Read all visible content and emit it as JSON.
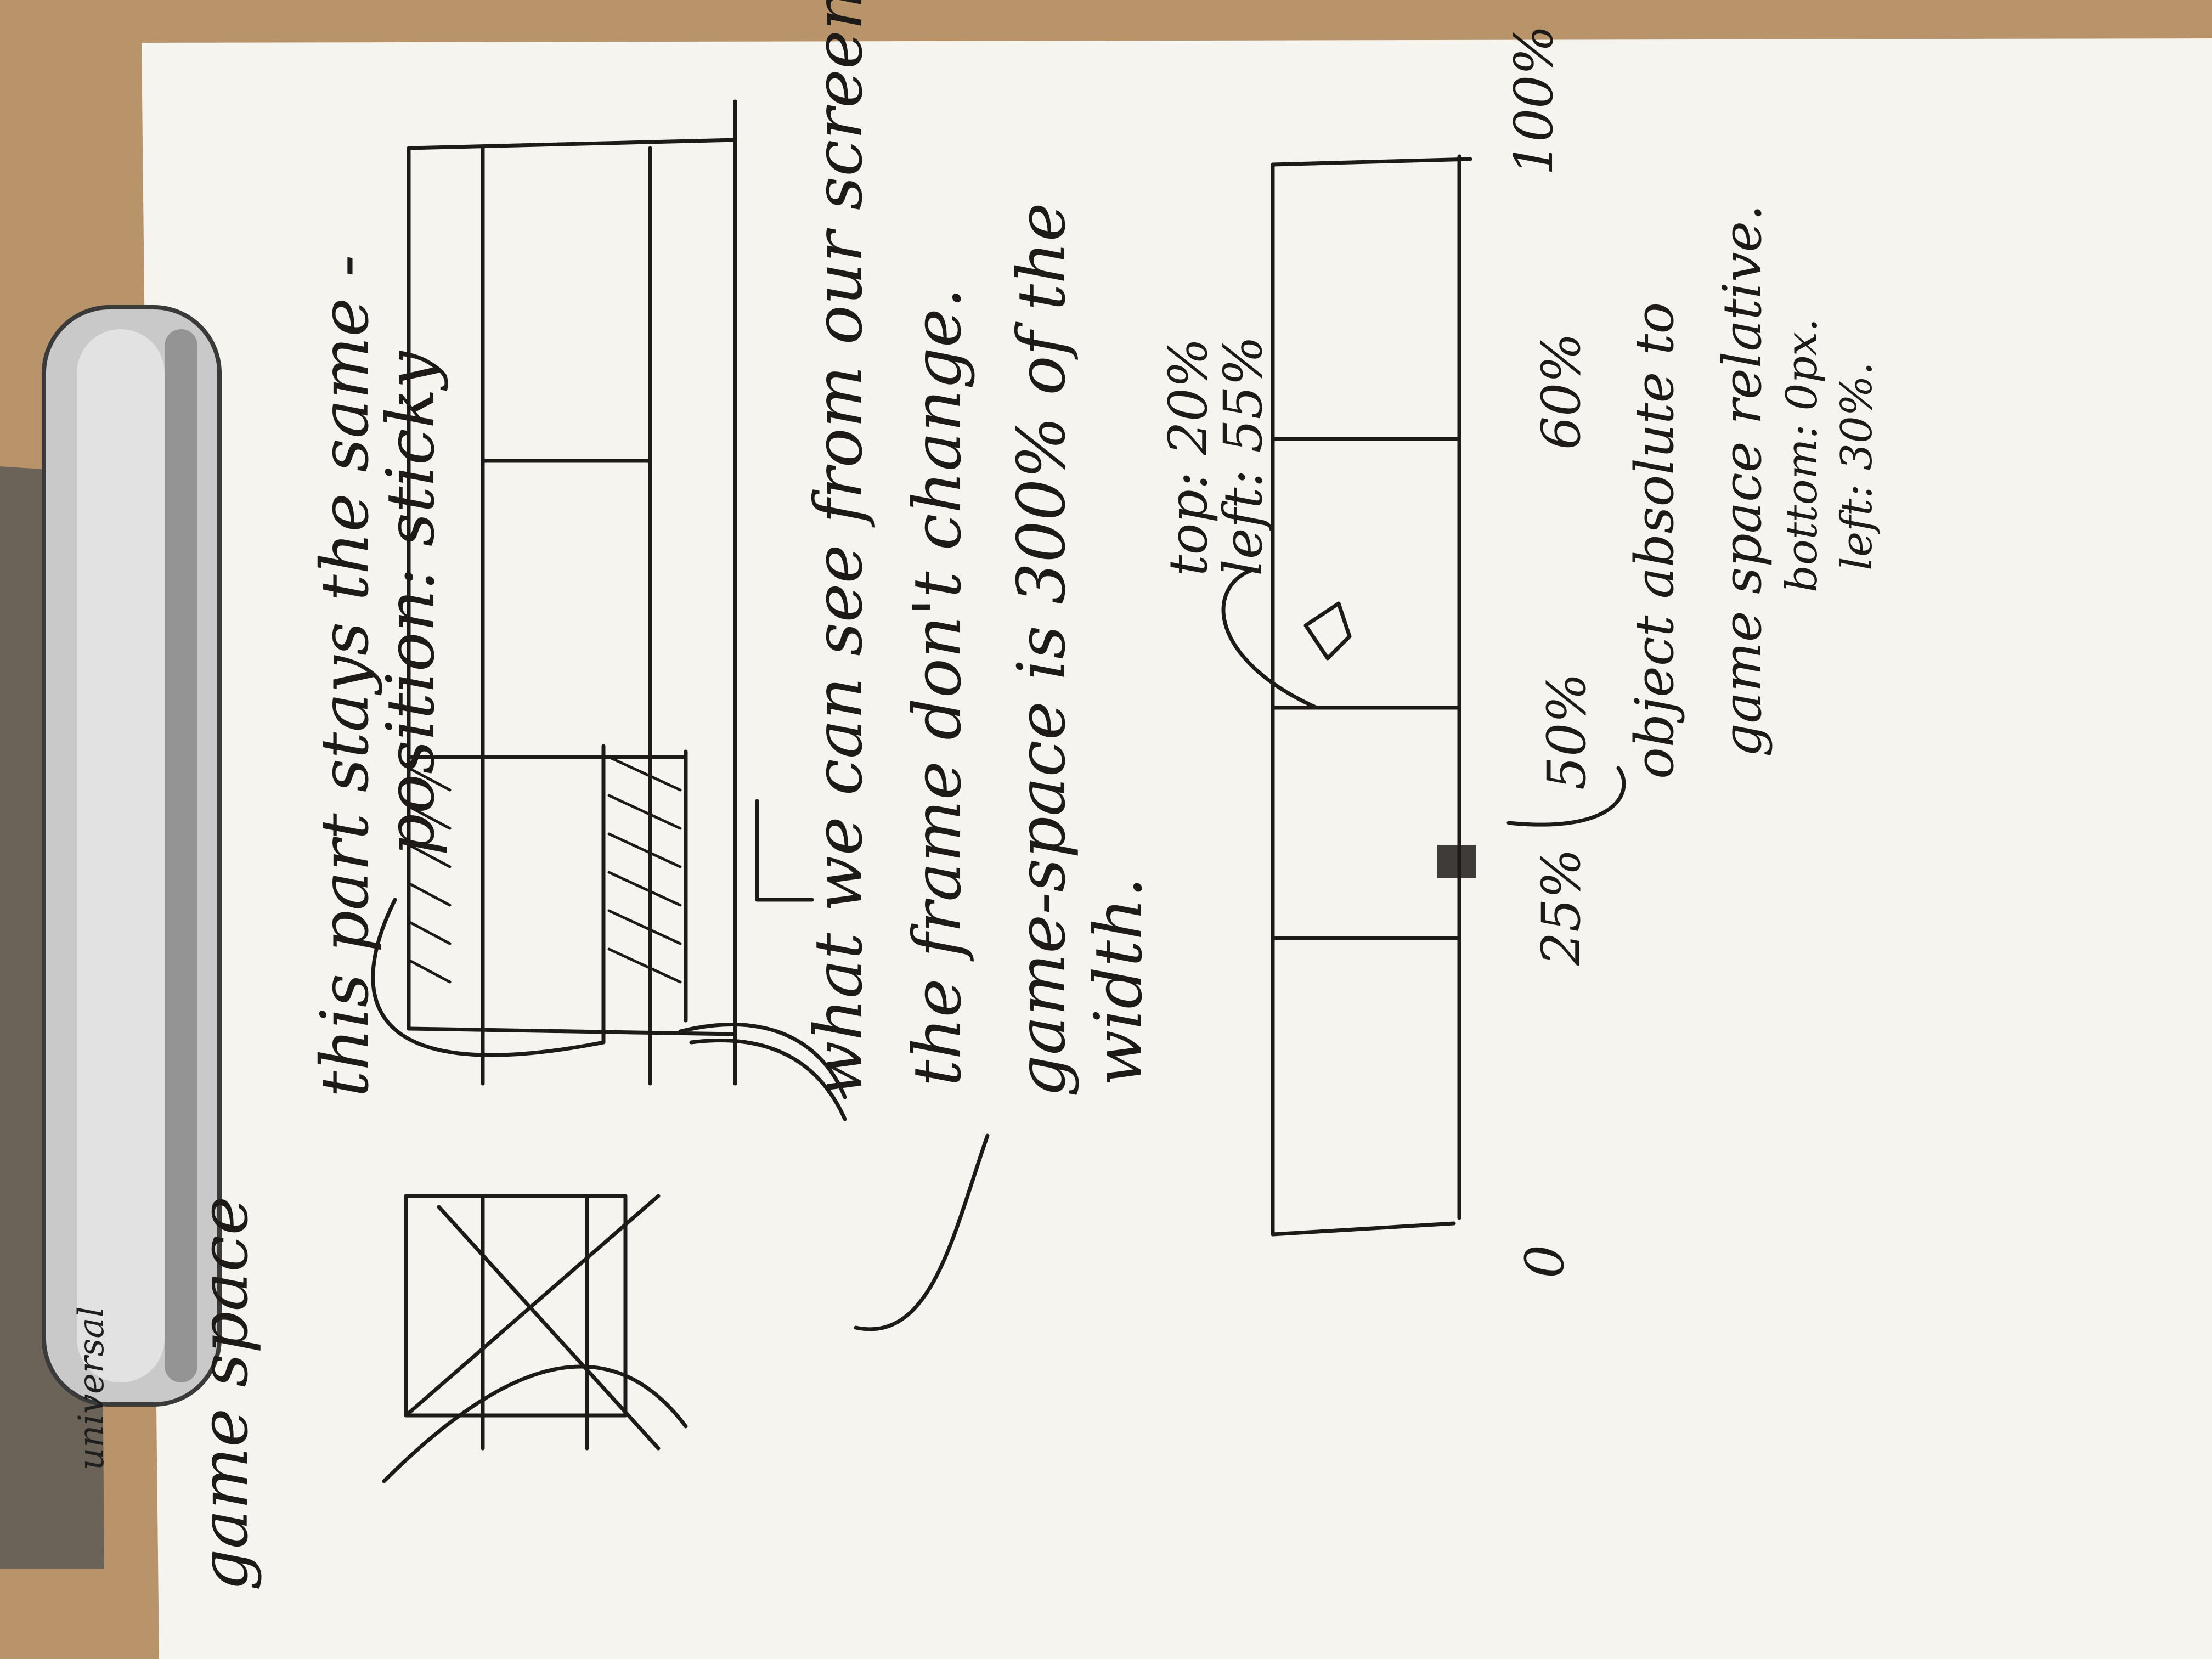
{
  "clip": {
    "brand": "universal"
  },
  "notes": {
    "sticky_line1": "this part stays the same -",
    "sticky_line2": "position: sticky",
    "what_we_see": "what we can see from our screen",
    "frame_dont_change": "the frame don't change.",
    "game_space_width_1": "game-space is 300% of the",
    "game_space_width_2": "width.",
    "top_value": "top: 20%",
    "left_value": "left: 55%",
    "object_line1": "object absolute to",
    "object_line2": "game space relative.",
    "bottom_value": "bottom: 0px.",
    "left_value_2": "left: 30%.",
    "game_space_label": "game space"
  },
  "axis_labels": {
    "zero": "0",
    "p25": "25%",
    "p50": "50%",
    "p60": "60%",
    "p100": "100%"
  }
}
